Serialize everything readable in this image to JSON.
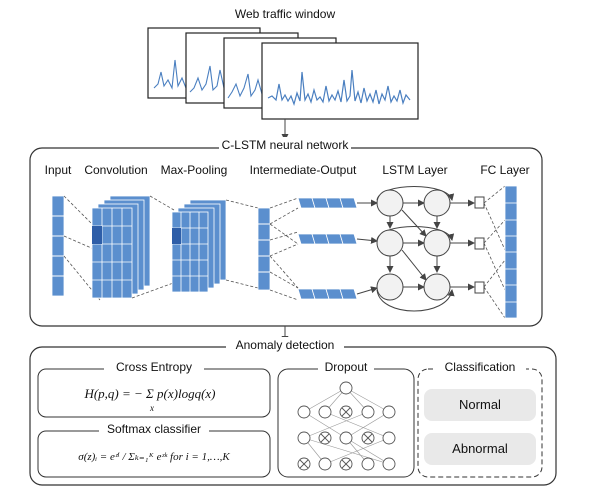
{
  "top": {
    "title": "Web traffic window",
    "network_title": "C-LSTM neural network"
  },
  "layers": {
    "input": "Input",
    "convolution": "Convolution",
    "max_pooling": "Max-Pooling",
    "intermediate": "Intermediate-Output",
    "lstm": "LSTM Layer",
    "fc": "FC Layer"
  },
  "anomaly": {
    "title": "Anomaly detection",
    "cross_entropy": {
      "title": "Cross Entropy",
      "formula": "H(p,q) = − Σ p(x)logq(x)",
      "sum_index": "x"
    },
    "softmax": {
      "title": "Softmax classifier",
      "formula": "σ(z)ᵢ = eᶻⁱ / Σₖ₌₁ᴷ eᶻᵏ   for i = 1,…,K"
    },
    "dropout": {
      "title": "Dropout"
    },
    "classification": {
      "title": "Classification",
      "normal": "Normal",
      "abnormal": "Abnormal"
    }
  },
  "colors": {
    "cell": "#5b8fce",
    "cell_dark": "#2e5ea8",
    "line": "#444444",
    "pill": "#e9e9e9"
  }
}
